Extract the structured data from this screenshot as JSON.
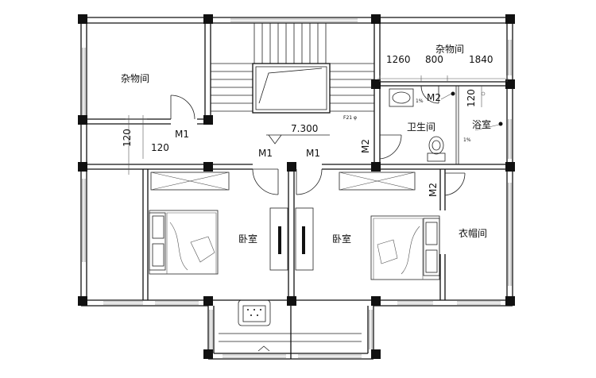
{
  "rooms": {
    "storage_left": "杂物间",
    "storage_right": "杂物间",
    "bathroom": "卫生间",
    "shower": "浴室",
    "bedroom_left": "卧室",
    "bedroom_right": "卧室",
    "cloakroom": "衣帽间"
  },
  "doors": {
    "m1_hall": "M1",
    "m1_bed_left": "M1",
    "m1_bed_right": "M1",
    "m2_top": "M2",
    "m2_bath": "M2",
    "m2_cloak": "M2"
  },
  "dimensions": {
    "d1260": "1260",
    "d800": "800",
    "d1840": "1840",
    "d120_shower": "120",
    "d120_left_vertical": "120",
    "d120_left": "120",
    "elevation": "7.300",
    "slope_bath": "1%",
    "slope_shower": "1%",
    "small_mark": "F21 φ"
  },
  "colors": {
    "line": "#111111",
    "background": "#ffffff"
  }
}
